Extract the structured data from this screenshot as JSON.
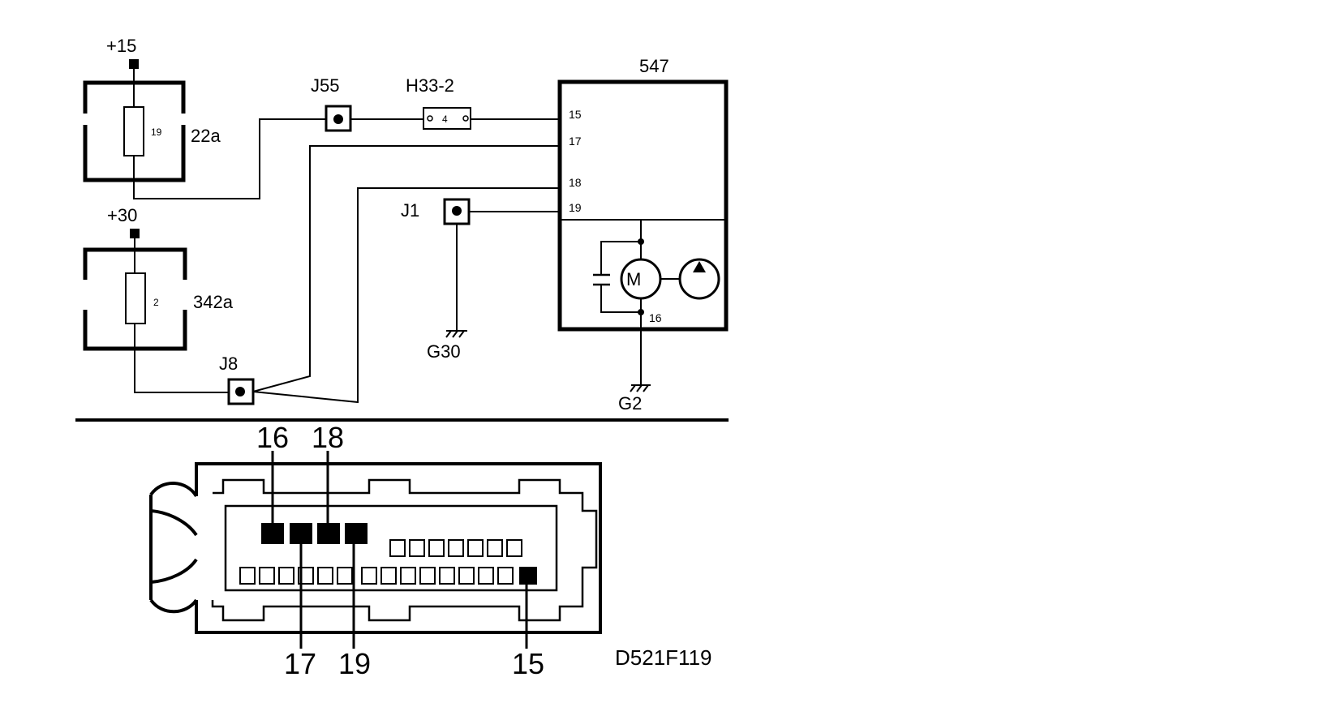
{
  "diagram": {
    "supply_15": "+15",
    "supply_30": "+30",
    "fuse_box_1": {
      "label": "22a",
      "fuse_number": "19"
    },
    "fuse_box_2": {
      "label": "342a",
      "fuse_number": "2"
    },
    "junction_j55": "J55",
    "junction_j1": "J1",
    "junction_j8": "J8",
    "connector_h33": {
      "label": "H33-2",
      "pin": "4"
    },
    "component": {
      "label": "547",
      "pins": {
        "p15": "15",
        "p17": "17",
        "p18": "18",
        "p19": "19",
        "p16": "16"
      },
      "motor_symbol": "M"
    },
    "ground_g30": "G30",
    "ground_g2": "G2",
    "connector_view": {
      "top_pins": [
        "16",
        "18"
      ],
      "bottom_pins": [
        "17",
        "19",
        "15"
      ]
    },
    "drawing_code": "D521F119"
  }
}
